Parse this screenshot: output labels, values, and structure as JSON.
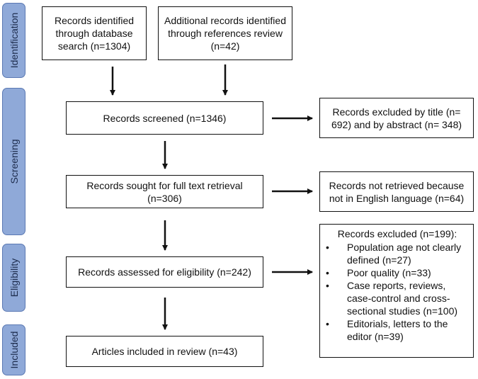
{
  "phases": [
    {
      "id": "identification",
      "label": "Identification"
    },
    {
      "id": "screening",
      "label": "Screening"
    },
    {
      "id": "eligibility",
      "label": "Eligibility"
    },
    {
      "id": "included",
      "label": "Included"
    }
  ],
  "boxes": {
    "database": "Records identified through database search (n=1304)",
    "references": "Additional records identified through references review (n=42)",
    "screened": "Records screened (n=1346)",
    "excluded_title": "Records excluded by title (n= 692) and by abstract (n= 348)",
    "retrieval": "Records sought for full text retrieval (n=306)",
    "not_retrieved": "Records not retrieved because not in English language (n=64)",
    "eligibility": "Records assessed for eligibility (n=242)",
    "included": "Articles included in review (n=43)"
  },
  "excluded_final": {
    "heading": "Records excluded (n=199):",
    "bullet": "•",
    "items": [
      "Population age not clearly defined (n=27)",
      "Poor quality (n=33)",
      "Case reports, reviews, case-control and cross-sectional studies (n=100)",
      "Editorials, letters to the editor (n=39)"
    ]
  },
  "colors": {
    "phase_fill": "#8fa9d8",
    "phase_border": "#5b79b3",
    "box_border": "#111111",
    "arrow": "#111111"
  }
}
